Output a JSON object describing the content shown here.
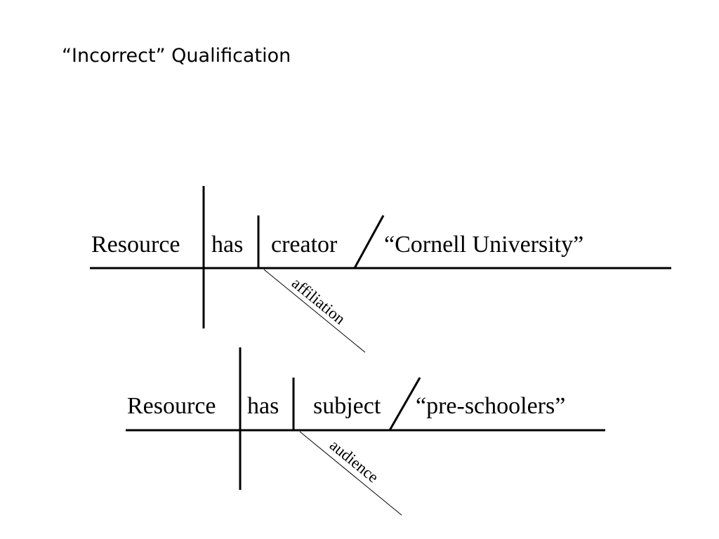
{
  "title": "“Incorrect” Qualification",
  "diagram1": {
    "subject": "Resource",
    "verb": "has",
    "object": "creator",
    "complement": "“Cornell University”",
    "modifier": "affiliation"
  },
  "diagram2": {
    "subject": "Resource",
    "verb": "has",
    "object": "subject",
    "complement": "“pre-schoolers”",
    "modifier": "audience"
  }
}
